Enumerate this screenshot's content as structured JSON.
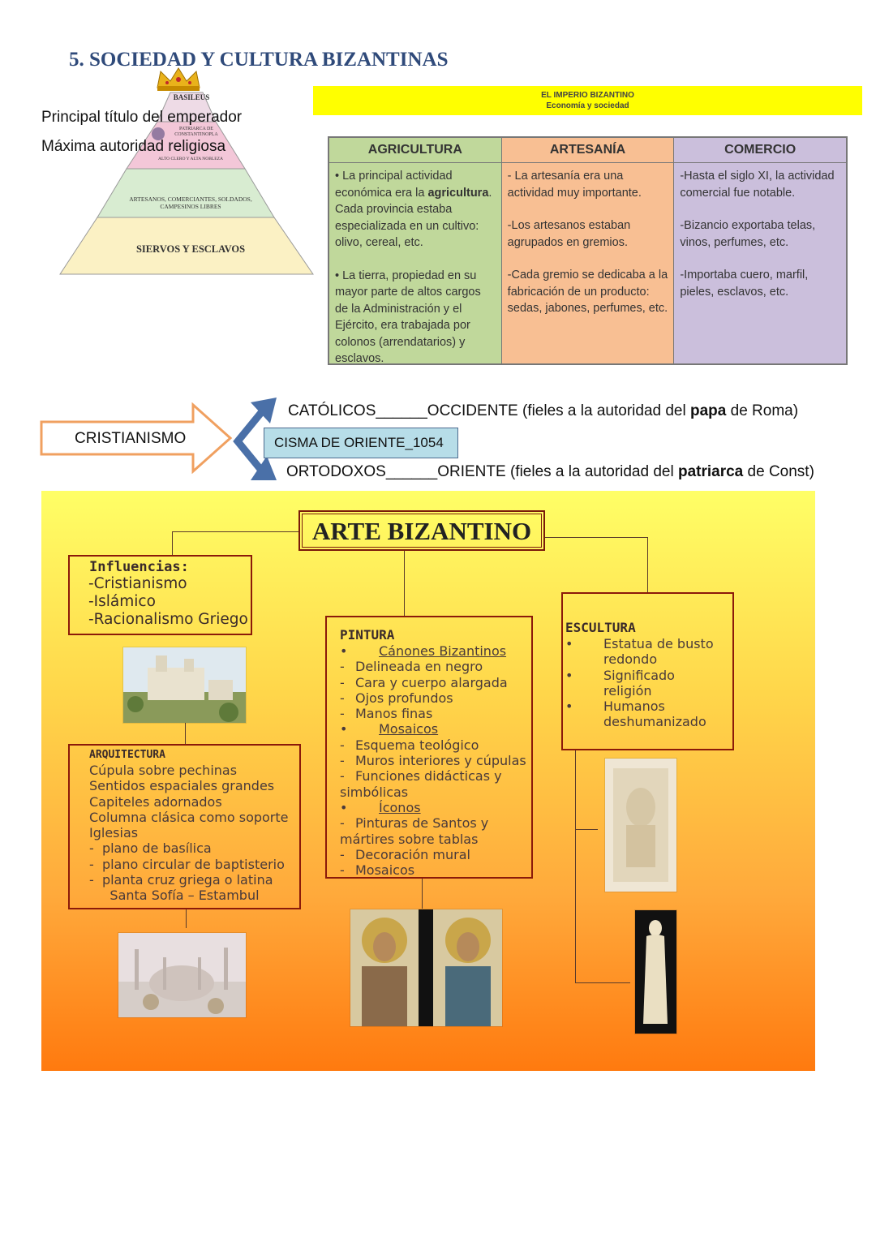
{
  "section_title": "5.  SOCIEDAD Y CULTURA BIZANTINAS",
  "notes": {
    "emperor_title": "Principal título del emperador",
    "religious_authority": "Máxima autoridad religiosa"
  },
  "pyramid": {
    "top": "BASILEUS",
    "patriarch": "PATRIARCA DE CONSTANTINOPLA",
    "nobility": "ALTO CLERO Y ALTA NOBLEZA",
    "middle": "ARTESANOS, COMERCIANTES, SOLDADOS, CAMPESINOS LIBRES",
    "bottom": "SIERVOS Y ESCLAVOS",
    "colors": {
      "top": "#f3c7d8",
      "middle": "#d8ecd1",
      "bottom": "#fbf1c4"
    }
  },
  "economy": {
    "banner_title": "EL IMPERIO BIZANTINO",
    "banner_subtitle": "Economía y sociedad",
    "columns": [
      {
        "header": "AGRICULTURA",
        "color": "#c0d89b",
        "p1_pre": "• La principal actividad económica era la ",
        "p1_bold": "agricultura",
        "p1_post": ". Cada provincia estaba especializada en un cultivo: olivo, cereal, etc.",
        "p2": "• La tierra, propiedad en su mayor parte de altos cargos de la Administración y el Ejército, era trabajada por colonos (arrendatarios) y esclavos."
      },
      {
        "header": "ARTESANÍA",
        "color": "#f8bf93",
        "p1": "- La artesanía era una actividad muy importante.",
        "p2": "-Los artesanos estaban agrupados en gremios.",
        "p3": "-Cada gremio se dedicaba a la fabricación de un producto: sedas, jabones, perfumes, etc."
      },
      {
        "header": "COMERCIO",
        "color": "#cbbfdc",
        "p1": "-Hasta el siglo XI, la actividad comercial fue notable.",
        "p2": "-Bizancio exportaba telas, vinos, perfumes, etc.",
        "p3": "-Importaba cuero, marfil, pieles, esclavos, etc."
      }
    ]
  },
  "christianity": {
    "label": "CRISTIANISMO",
    "schism": "CISMA DE ORIENTE_1054",
    "catholic_pre": "CATÓLICOS",
    "catholic_sep": "______",
    "catholic_post": "OCCIDENTE (fieles a la autoridad del ",
    "catholic_bold": "papa",
    "catholic_end": " de Roma)",
    "orthodox_pre": "ORTODOXOS",
    "orthodox_sep": "______",
    "orthodox_post": "ORIENTE (fieles a la autoridad del ",
    "orthodox_bold": "patriarca",
    "orthodox_end": " de Const)"
  },
  "art": {
    "title": "ARTE BIZANTINO",
    "influences": {
      "heading": "Influencias:",
      "items": [
        "-Cristianismo",
        "-Islámico",
        "-Racionalismo Griego"
      ]
    },
    "architecture": {
      "heading": "ARQUITECTURA",
      "lines": [
        "Cúpula sobre pechinas",
        "Sentidos espaciales grandes",
        "Capiteles adornados",
        "Columna clásica como soporte",
        "Iglesias",
        "-  plano de basílica",
        "-  plano circular de baptisterio",
        "-  planta cruz griega o latina",
        "     Santa Sofía – Estambul"
      ]
    },
    "painting": {
      "heading": "PINTURA",
      "lines": [
        {
          "m": "•",
          "t": "Cánones Bizantinos",
          "u": true
        },
        {
          "m": "-",
          "t": "Delineada en negro"
        },
        {
          "m": "-",
          "t": "Cara y cuerpo alargada"
        },
        {
          "m": "-",
          "t": "Ojos profundos"
        },
        {
          "m": "-",
          "t": "Manos finas"
        },
        {
          "m": "•",
          "t": "Mosaicos",
          "u": true
        },
        {
          "m": "-",
          "t": "Esquema teológico"
        },
        {
          "m": "-",
          "t": "Muros interiores y cúpulas"
        },
        {
          "m": "-",
          "t": "Funciones didácticas y"
        },
        {
          "m": "",
          "t": "simbólicas"
        },
        {
          "m": "•",
          "t": "Íconos",
          "u": true
        },
        {
          "m": "-",
          "t": "Pinturas de Santos y"
        },
        {
          "m": "",
          "t": "mártires sobre tablas"
        },
        {
          "m": "-",
          "t": "Decoración mural"
        },
        {
          "m": "-",
          "t": "Mosaicos"
        }
      ]
    },
    "sculpture": {
      "heading": "ESCULTURA",
      "lines": [
        {
          "m": "•",
          "t": "Estatua de busto"
        },
        {
          "m": "",
          "t": "redondo"
        },
        {
          "m": "•",
          "t": "Significado"
        },
        {
          "m": "",
          "t": "religión"
        },
        {
          "m": "•",
          "t": "Humanos"
        },
        {
          "m": "",
          "t": "deshumanizado"
        }
      ]
    }
  }
}
